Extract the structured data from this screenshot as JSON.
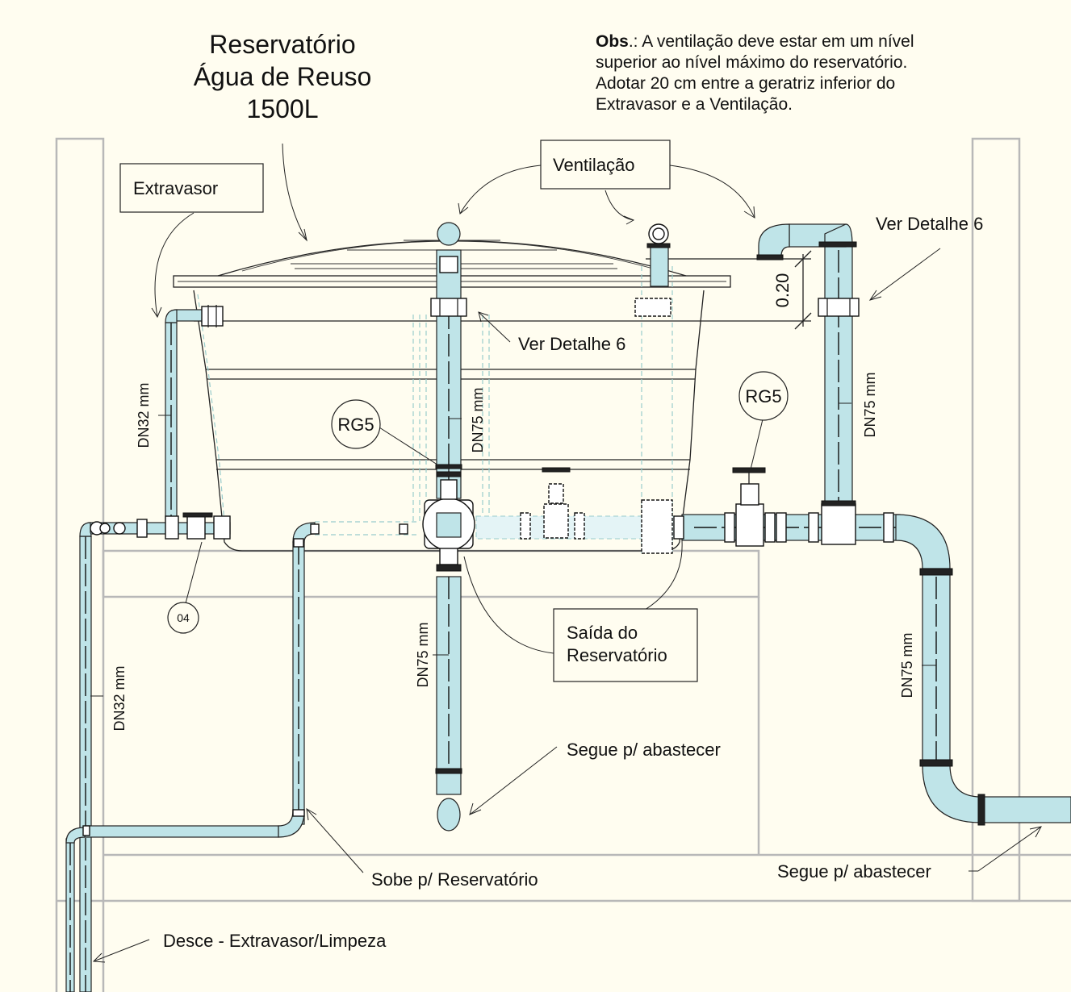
{
  "title": {
    "line1": "Reservatório",
    "line2": "Água de Reuso",
    "line3": "1500L"
  },
  "note": {
    "bold": "Obs",
    "rest1": ".: A ventilação deve estar em um nível",
    "line2": "superior ao nível máximo do reservatório.",
    "line3": "Adotar 20 cm entre a geratriz inferior do",
    "line4": "Extravasor e a Ventilação."
  },
  "labels": {
    "extravasor": "Extravasor",
    "ventilacao": "Ventilação",
    "ver_detalhe_right": "Ver Detalhe 6",
    "ver_detalhe_center": "Ver Detalhe 6",
    "rg5_left": "RG5",
    "rg5_right": "RG5",
    "dim_020": "0.20",
    "dn32_top": "DN32 mm",
    "dn32_bottom": "DN32 mm",
    "dn75_center_top": "DN75 mm",
    "dn75_center_bottom": "DN75 mm",
    "dn75_right_top": "DN75 mm",
    "dn75_right_bottom": "DN75 mm",
    "ref_04": "04",
    "saida_line1": "Saída do",
    "saida_line2": "Reservatório",
    "segue_center": "Segue p/ abastecer",
    "segue_right": "Segue p/ abastecer",
    "sobe": "Sobe p/ Reservatório",
    "desce": "Desce - Extravasor/Limpeza"
  },
  "colors": {
    "pipe_fill": "#bfe4e8",
    "background": "#fffdf0",
    "wall": "#b8b8b8"
  }
}
